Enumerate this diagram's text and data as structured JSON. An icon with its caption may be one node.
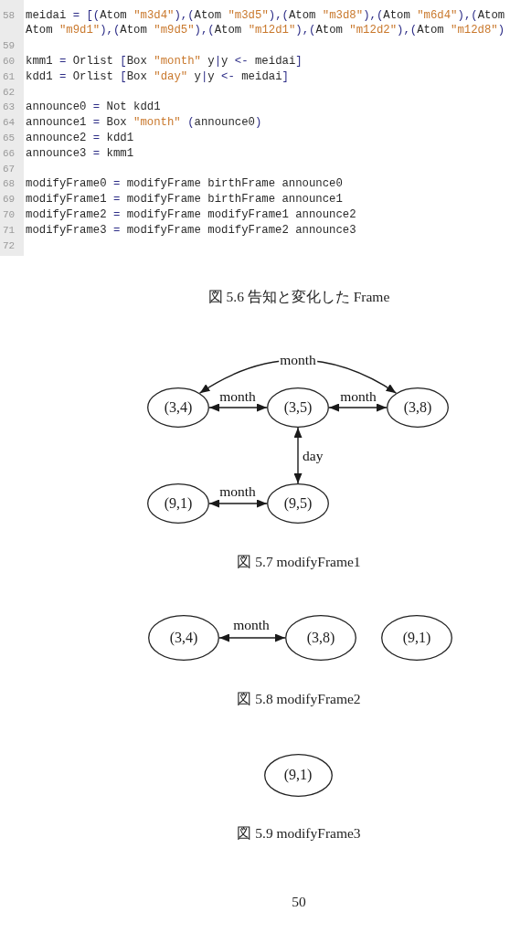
{
  "diagram": {
    "nodes": [
      {
        "text": [
          "(3,4)"
        ]
      },
      {
        "text": [
          "(3,5)"
        ]
      },
      {
        "text": [
          "(3,8)"
        ]
      },
      {
        "text": [
          "(9,1)"
        ]
      },
      {
        "text": [
          "(9,5)"
        ]
      },
      {
        "text": [
          "(3,4)"
        ]
      },
      {
        "text": [
          "(3,8)"
        ]
      },
      {
        "text": [
          "(9,1)"
        ]
      },
      {
        "text": [
          "(9,1)"
        ]
      }
    ],
    "edges": [
      {
        "from": 0,
        "to": 2,
        "arrow": "both",
        "label": "month"
      },
      {
        "from": 0,
        "to": 1,
        "arrow": "both",
        "label": "month"
      },
      {
        "from": 1,
        "to": 2,
        "arrow": "both",
        "label": "month"
      },
      {
        "from": 1,
        "to": 4,
        "arrow": "both",
        "label": "day"
      },
      {
        "from": 3,
        "to": 4,
        "arrow": "both",
        "label": "month"
      },
      {
        "from": 5,
        "to": 6,
        "arrow": "both",
        "label": "month"
      }
    ],
    "labels": [
      "58",
      "meidai = [(Atom \"m3d4\"),(Atom \"m3d5\"),(Atom \"m3d8\"),(Atom \"m6d4\"),(Atom",
      "Atom \"m9d1\"),(Atom \"m9d5\"),(Atom \"m12d1\"),(Atom \"m12d2\"),(Atom \"m12d8\")",
      "59",
      "60",
      "kmm1 = Orlist [Box \"month\" y|y <- meidai]",
      "61",
      "kdd1 = Orlist [Box \"day\" y|y <- meidai]",
      "62",
      "63",
      "announce0 = Not kdd1",
      "64",
      "announce1 = Box \"month\" (announce0)",
      "65",
      "announce2 = kdd1",
      "66",
      "announce3 = kmm1",
      "67",
      "68",
      "modifyFrame0 = modifyFrame birthFrame announce0",
      "69",
      "modifyFrame1 = modifyFrame birthFrame announce1",
      "70",
      "modifyFrame2 = modifyFrame modifyFrame1 announce2",
      "71",
      "modifyFrame3 = modifyFrame modifyFrame2 announce3",
      "72",
      "図 5.6 告知と変化した Frame",
      "図 5.7 modifyFrame1",
      "図 5.8 modifyFrame2",
      "図 5.9 modifyFrame3",
      "50"
    ]
  }
}
